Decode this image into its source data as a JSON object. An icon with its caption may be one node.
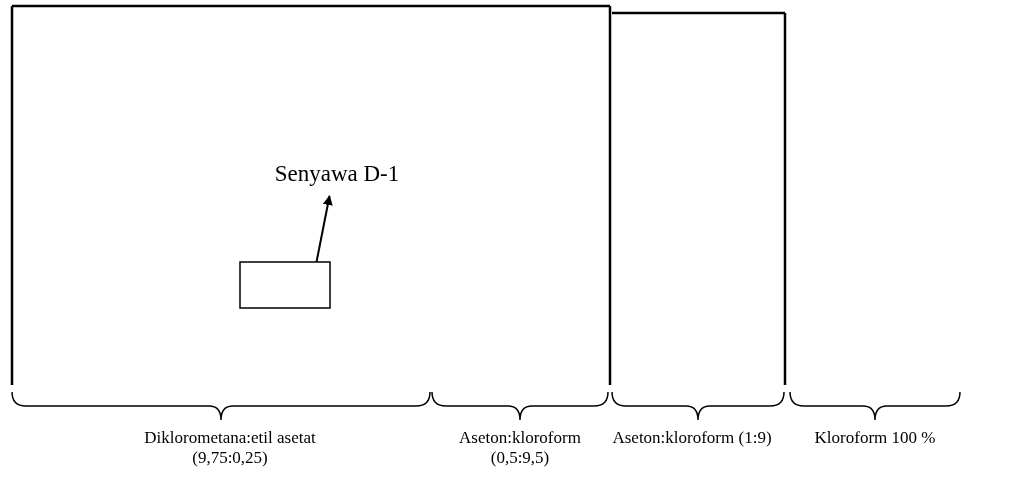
{
  "diagram": {
    "nodes": [
      {
        "text": [
          "Senyawa D-1"
        ]
      },
      {
        "text": [],
        "shape": "box"
      }
    ],
    "edges": [
      {
        "from": 1,
        "to": 0,
        "arrow": "to"
      }
    ],
    "labels": [
      "Diklorometana:etil asetat (9,75:0,25)",
      "Aseton:kloroform (0,5:9,5)",
      "Aseton:kloroform (1:9)",
      "Kloroform 100 %"
    ]
  }
}
